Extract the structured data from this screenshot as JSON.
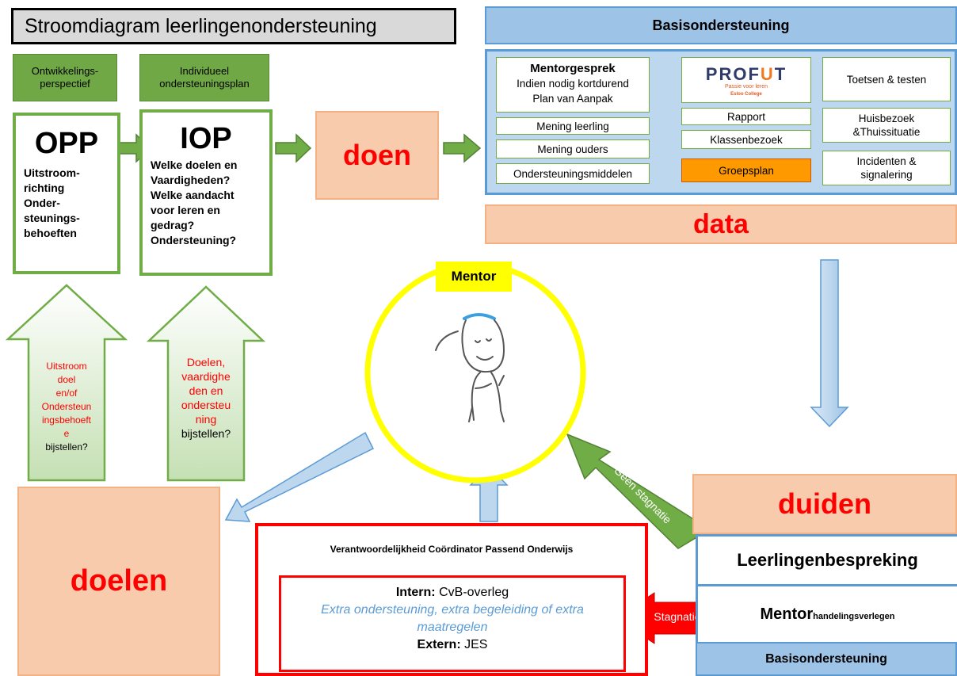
{
  "title": "Stroomdiagram leerlingenondersteuning",
  "labels": {
    "opp_label": "Ontwikkelings-\nperspectief",
    "iop_label": "Individueel\nondersteuningsplan"
  },
  "opp": {
    "title": "OPP",
    "lines": [
      "Uitstroom-",
      "richting",
      "Onder-",
      "steunings-",
      "behoeften"
    ]
  },
  "iop": {
    "title": "IOP",
    "lines": [
      "Welke doelen en",
      "Vaardigheden?",
      "Welke aandacht",
      "voor leren en",
      "gedrag?",
      "Ondersteuning?"
    ]
  },
  "doen": "doen",
  "data": "data",
  "duiden": "duiden",
  "doelen": "doelen",
  "basis": {
    "header": "Basisondersteuning",
    "mentorgesprek": {
      "title": "Mentorgesprek",
      "line1": "Indien nodig kortdurend",
      "line2": "Plan van Aanpak"
    },
    "col1": [
      "Mening leerling",
      "Mening ouders",
      "Ondersteuningsmiddelen"
    ],
    "logo": {
      "name_a": "PROF",
      "name_b": "U",
      "name_c": "T",
      "tagline": "Passie voor leren",
      "org": "Esloo College"
    },
    "col2": [
      "Rapport",
      "Klassenbezoek",
      "Groepsplan"
    ],
    "col3": [
      "Toetsen & testen",
      "Huisbezoek\n&Thuissituatie",
      "Incidenten &\nsignalering"
    ]
  },
  "mentor_badge": "Mentor",
  "up_arrow_left": {
    "red": "Uitstroom\ndoel\nen/of\nOndersteun\ningsbehoeft\ne",
    "black": "bijstellen?"
  },
  "up_arrow_right": {
    "red": "Doelen,\nvaardighe\nden en\nondersteu\nning",
    "black": "bijstellen?"
  },
  "geen_stagnatie": "Geen stagnatie",
  "stagnatie": "Stagnatie",
  "cpo": {
    "title": "Verantwoordelijkheid Coördinator Passend Onderwijs",
    "intern_bold": "Intern:",
    "intern_text": " CvB-overleg",
    "italic": "Extra ondersteuning, extra begeleiding of extra maatregelen",
    "extern_bold": "Extern:",
    "extern_text": " JES"
  },
  "right_stack": {
    "leerlingenbespreking": "Leerlingenbespreking",
    "mentor_bold": "Mentor",
    "mentor_small": " handelingsverlegen",
    "basis": "Basisondersteuning"
  },
  "colors": {
    "green": "#70ad47",
    "salmon": "#f8cbad",
    "red": "#ff0000",
    "yellow": "#ffff00",
    "blue": "#9dc3e6",
    "orange": "#ff9900"
  }
}
